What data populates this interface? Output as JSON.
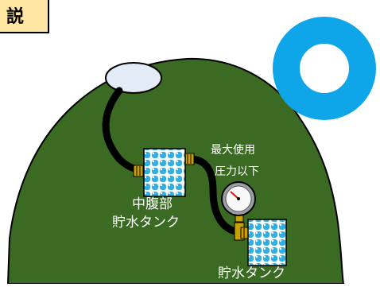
{
  "header_label": "説",
  "labels": {
    "max_pressure_line1": "最大使用",
    "max_pressure_line2": "圧力以下",
    "mid_tank_line1": "中腹部",
    "mid_tank_line2": "貯水タンク",
    "bottom_tank": "貯水タンク"
  },
  "colors": {
    "mountain": "#3b6b22",
    "pipe": "#000000",
    "tank_fill": "#33aee0",
    "valve": "#c8a000",
    "ring": "#0ea5e9",
    "label_box": "#ffe6a3"
  }
}
